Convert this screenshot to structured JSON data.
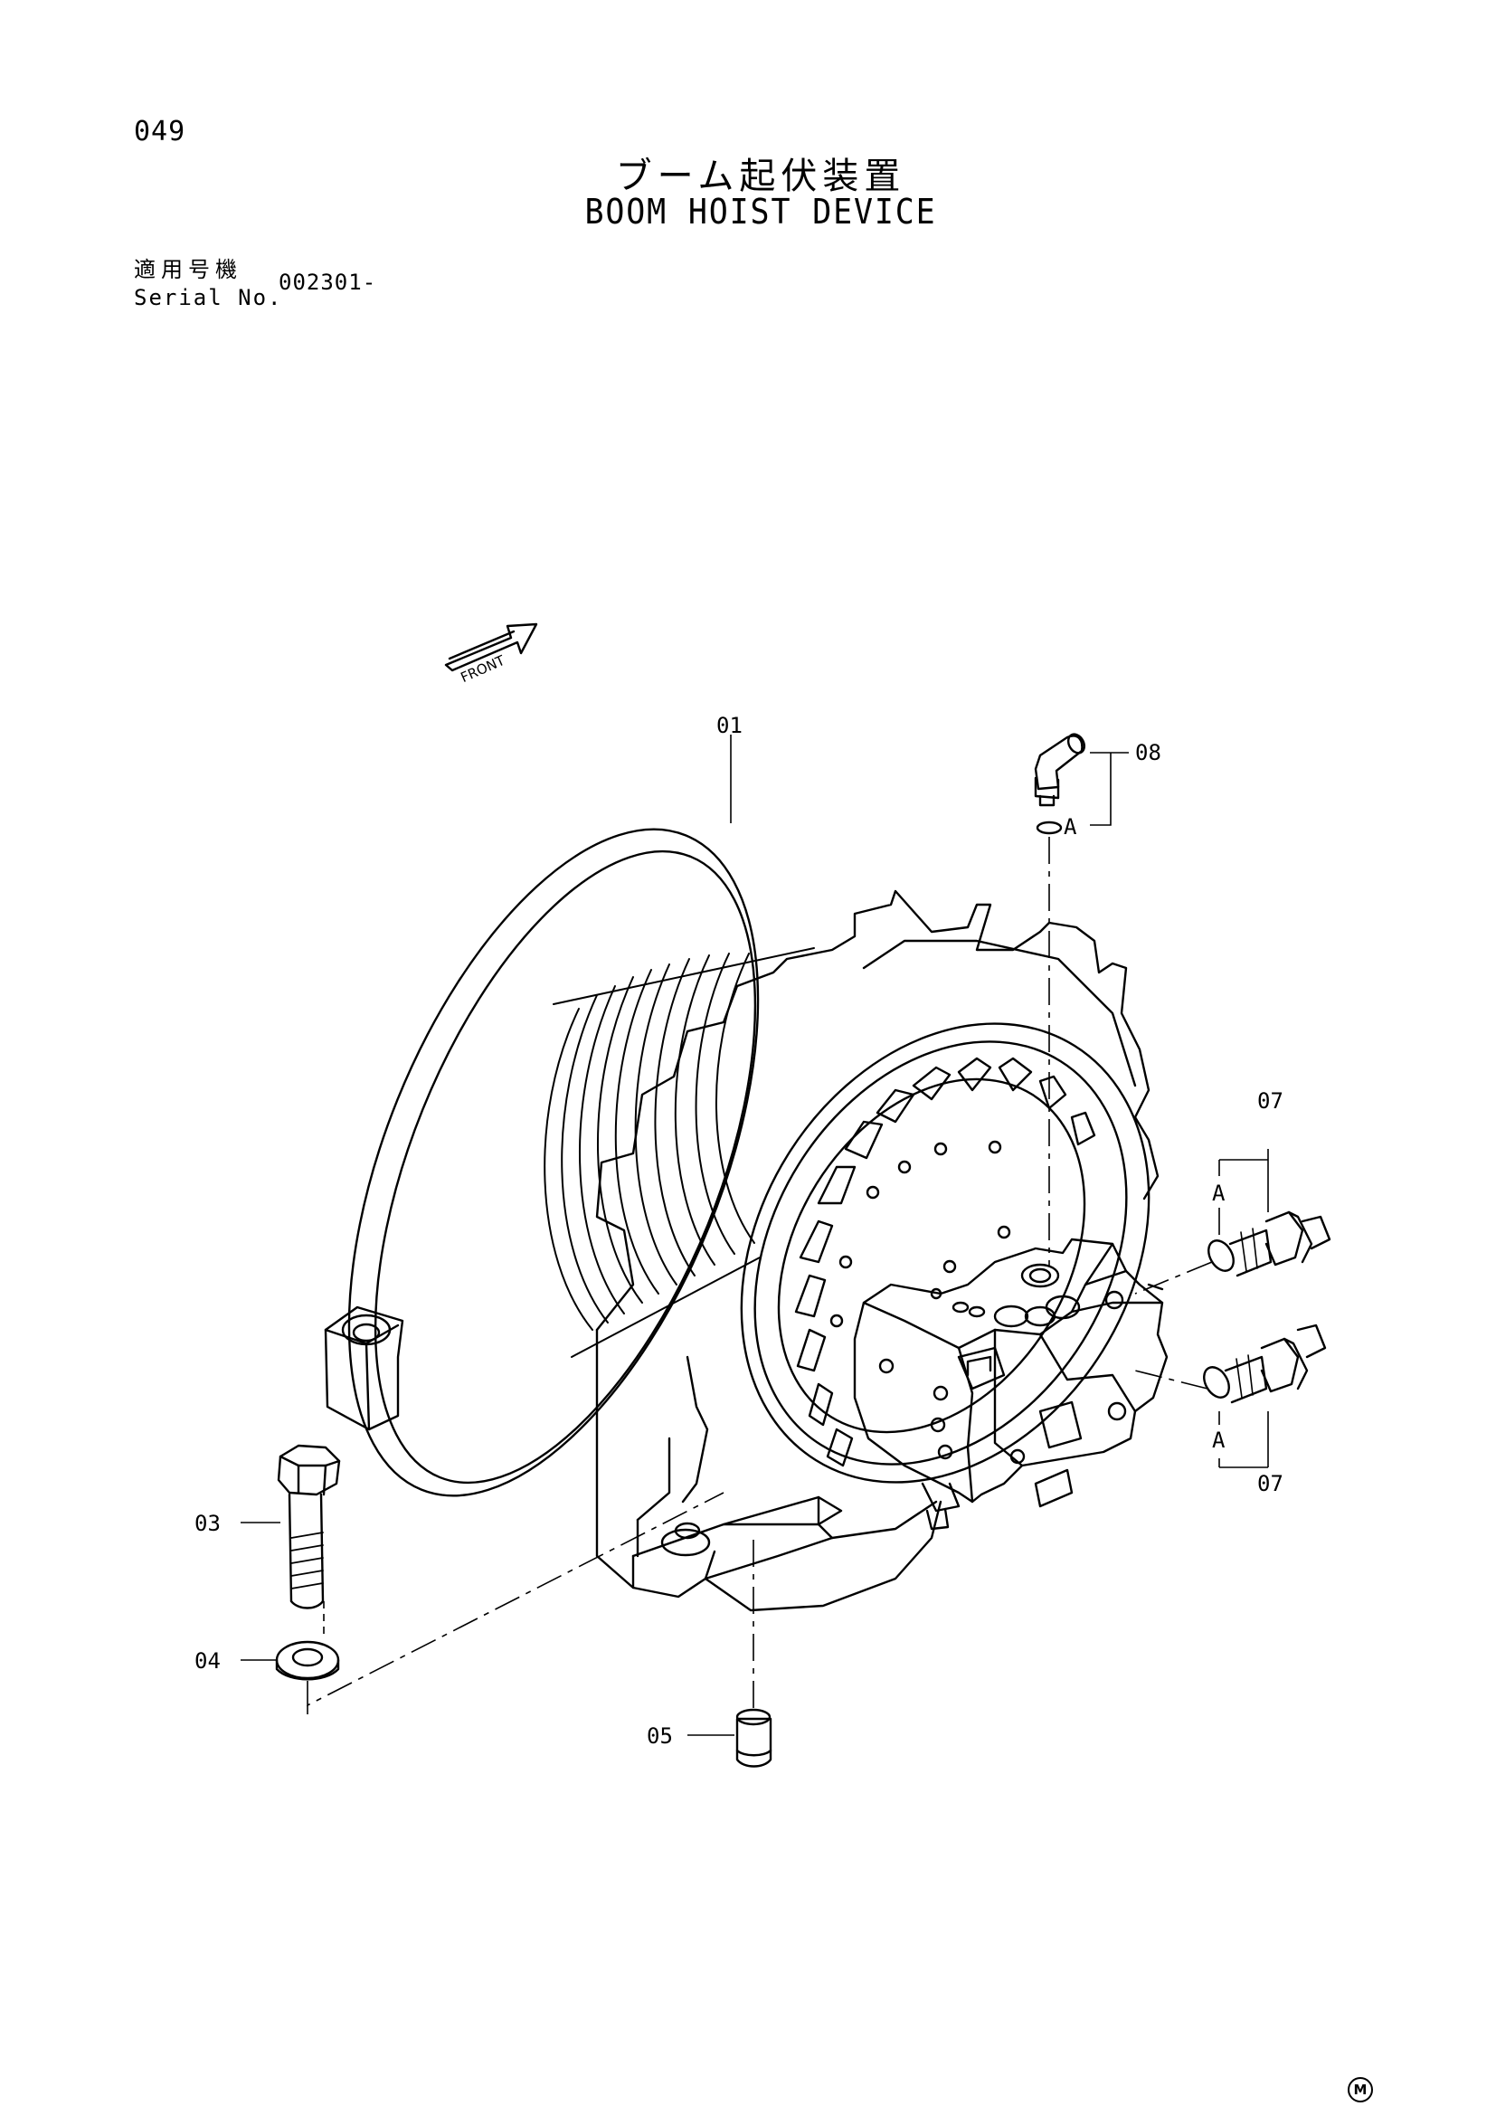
{
  "page_number": "049",
  "title": {
    "japanese": "ブーム起伏装置",
    "english": "BOOM HOIST DEVICE"
  },
  "serial": {
    "label_japanese": "適用号機",
    "label_english": "Serial No.",
    "value": "002301-"
  },
  "front_marker": "FRONT",
  "callouts": {
    "c01": "01",
    "c03": "03",
    "c04": "04",
    "c05": "05",
    "c07_top": "07",
    "c07_bottom": "07",
    "c08": "08",
    "view_a_08": "A",
    "view_a_07_top": "A",
    "view_a_07_bottom": "A"
  },
  "corner_mark": "M"
}
